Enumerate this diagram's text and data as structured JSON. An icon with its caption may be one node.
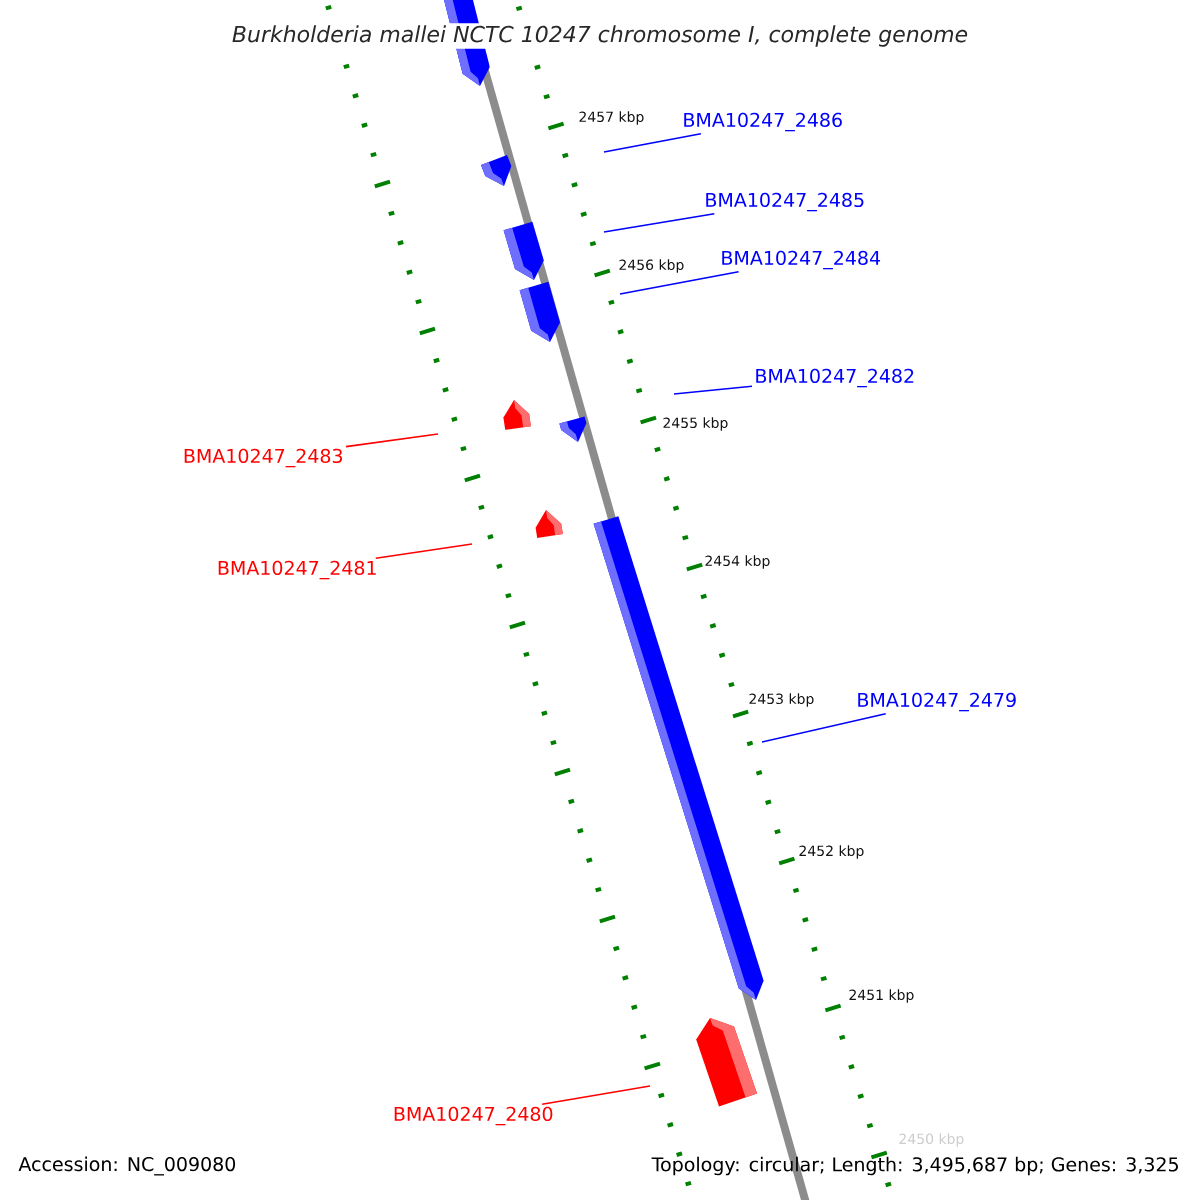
{
  "diagram": {
    "title": "Burkholderia mallei NCTC 10247 chromosome I, complete genome",
    "nodes": [
      {
        "text": [
          "BMA10247_2486"
        ]
      },
      {
        "text": [
          "BMA10247_2485"
        ]
      },
      {
        "text": [
          "BMA10247_2484"
        ]
      },
      {
        "text": [
          "BMA10247_2482"
        ]
      },
      {
        "text": [
          "BMA10247_2483"
        ]
      },
      {
        "text": [
          "BMA10247_2481"
        ]
      },
      {
        "text": [
          "BMA10247_2479"
        ]
      },
      {
        "text": [
          "BMA10247_2480"
        ]
      }
    ],
    "edges": [
      {
        "from": 0,
        "to": null,
        "arrow": "none"
      },
      {
        "from": 1,
        "to": null,
        "arrow": "none"
      },
      {
        "from": 2,
        "to": null,
        "arrow": "none"
      },
      {
        "from": 3,
        "to": null,
        "arrow": "none"
      },
      {
        "from": 4,
        "to": null,
        "arrow": "none",
        "color": "#ff0000"
      },
      {
        "from": 5,
        "to": null,
        "arrow": "none",
        "color": "#ff0000"
      },
      {
        "from": 6,
        "to": null,
        "arrow": "none"
      },
      {
        "from": 7,
        "to": null,
        "arrow": "none",
        "color": "#ff0000"
      }
    ],
    "labels": [
      "2457 kbp",
      "2456 kbp",
      "2455 kbp",
      "2454 kbp",
      "2453 kbp",
      "2452 kbp",
      "2451 kbp",
      "2450 kbp",
      "Accession: NC_009080",
      "Topology: circular; Length: 3,495,687 bp; Genes: 3,325"
    ]
  }
}
